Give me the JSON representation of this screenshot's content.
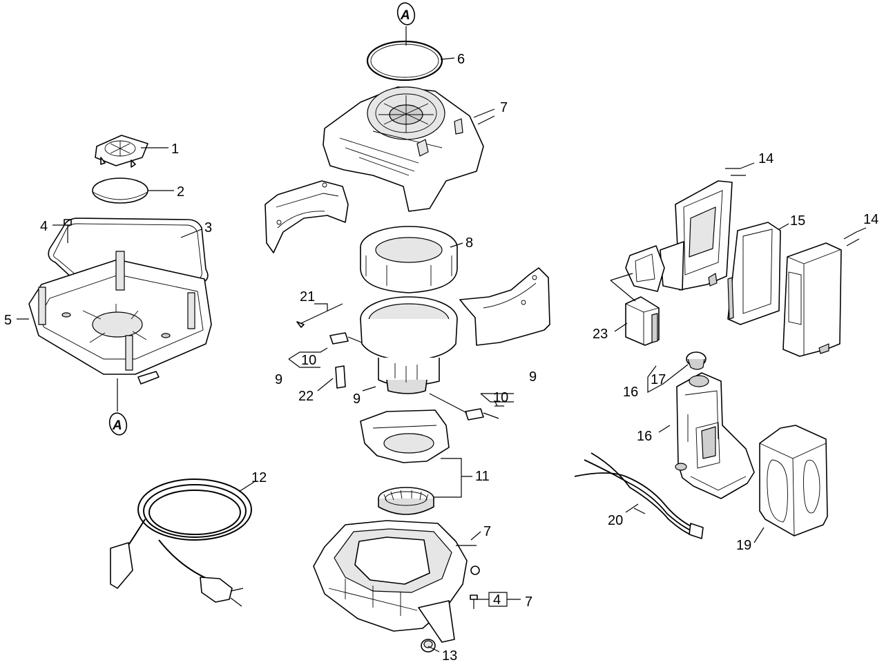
{
  "ref_marker": "A",
  "labels": {
    "l1": "1",
    "l2": "2",
    "l3": "3",
    "l4a": "4",
    "l4b": "4",
    "l5": "5",
    "l6": "6",
    "l7a": "7",
    "l7b": "7",
    "l7c": "7",
    "l8": "8",
    "l9a": "9",
    "l9b": "9",
    "l9c": "9",
    "l10a": "10",
    "l10b": "10",
    "l11": "11",
    "l12": "12",
    "l13": "13",
    "l14a": "14",
    "l14b": "14",
    "l15": "15",
    "l16a": "16",
    "l16b": "16",
    "l17": "17",
    "l19": "19",
    "l20": "20",
    "l21": "21",
    "l22": "22",
    "l23": "23"
  }
}
